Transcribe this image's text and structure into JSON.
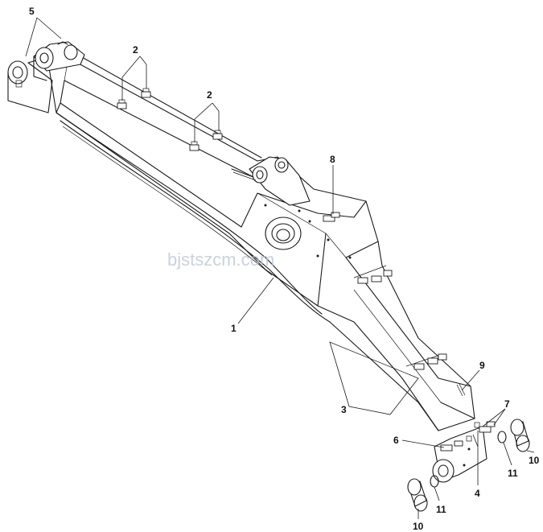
{
  "watermark": "bjstszcm.com",
  "callouts": [
    {
      "id": "c5",
      "text": "5"
    },
    {
      "id": "c2a",
      "text": "2"
    },
    {
      "id": "c2b",
      "text": "2"
    },
    {
      "id": "c8",
      "text": "8"
    },
    {
      "id": "c1",
      "text": "1"
    },
    {
      "id": "c9",
      "text": "9"
    },
    {
      "id": "c3",
      "text": "3"
    },
    {
      "id": "c7",
      "text": "7"
    },
    {
      "id": "c6",
      "text": "6"
    },
    {
      "id": "c10a",
      "text": "10"
    },
    {
      "id": "c11a",
      "text": "11"
    },
    {
      "id": "c4",
      "text": "4"
    },
    {
      "id": "c11b",
      "text": "11"
    },
    {
      "id": "c10b",
      "text": "10"
    }
  ]
}
